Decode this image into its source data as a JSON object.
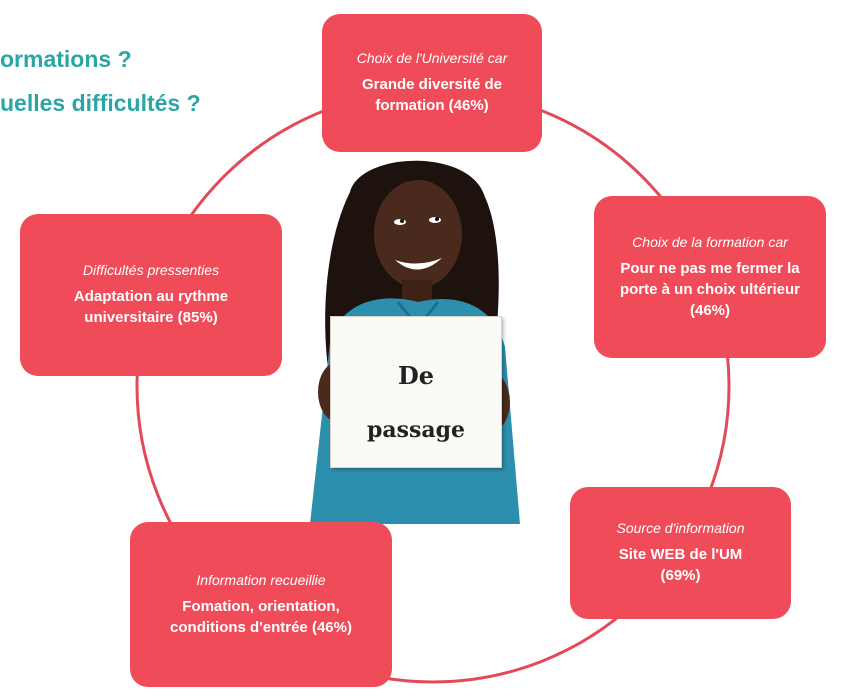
{
  "heading": {
    "line1": "ormations ?",
    "line2": "uelles difficultés ?"
  },
  "colors": {
    "accent_teal": "#2aa6a6",
    "box_red": "#ef4b59",
    "ring": "#e24a5a"
  },
  "sign": {
    "word1": "De",
    "word2": "passage"
  },
  "boxes": {
    "universite": {
      "caption": "Choix de l'Université car",
      "value": "Grande diversité de formation (46%)"
    },
    "formation": {
      "caption": "Choix de la formation car",
      "value": "Pour ne pas me fermer la porte à un choix ultérieur (46%)"
    },
    "source": {
      "caption": "Source d'information",
      "value": "Site WEB de l'UM (69%)"
    },
    "information": {
      "caption": "Information recueillie",
      "value": "Fomation, orientation, conditions d'entrée (46%)"
    },
    "difficultes": {
      "caption": "Difficultés pressenties",
      "value": "Adaptation au rythme universitaire (85%)"
    }
  }
}
